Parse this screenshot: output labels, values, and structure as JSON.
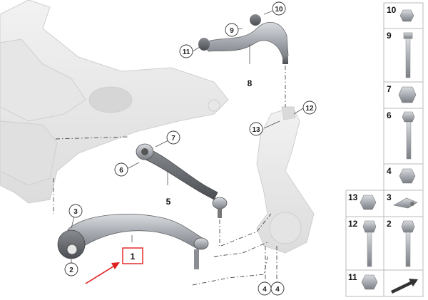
{
  "diagram": {
    "callouts": {
      "c1": "1",
      "c2": "2",
      "c3": "3",
      "c4a": "4",
      "c4b": "4",
      "c5": "5",
      "c6": "6",
      "c7": "7",
      "c8": "8",
      "c9": "9",
      "c10": "10",
      "c11": "11",
      "c12": "12",
      "c13": "13"
    },
    "highlight_color": "#e02020",
    "arrow_color": "#e02020"
  },
  "legend": {
    "rows": [
      {
        "left": "10",
        "right": ""
      },
      {
        "left": "9",
        "right": ""
      },
      {
        "left": "7",
        "right": ""
      },
      {
        "left": "6",
        "right": ""
      },
      {
        "left": "4",
        "right": ""
      },
      {
        "left": "13",
        "right": "3"
      },
      {
        "left": "12",
        "right": "2"
      },
      {
        "left": "11",
        "right": ""
      }
    ]
  }
}
